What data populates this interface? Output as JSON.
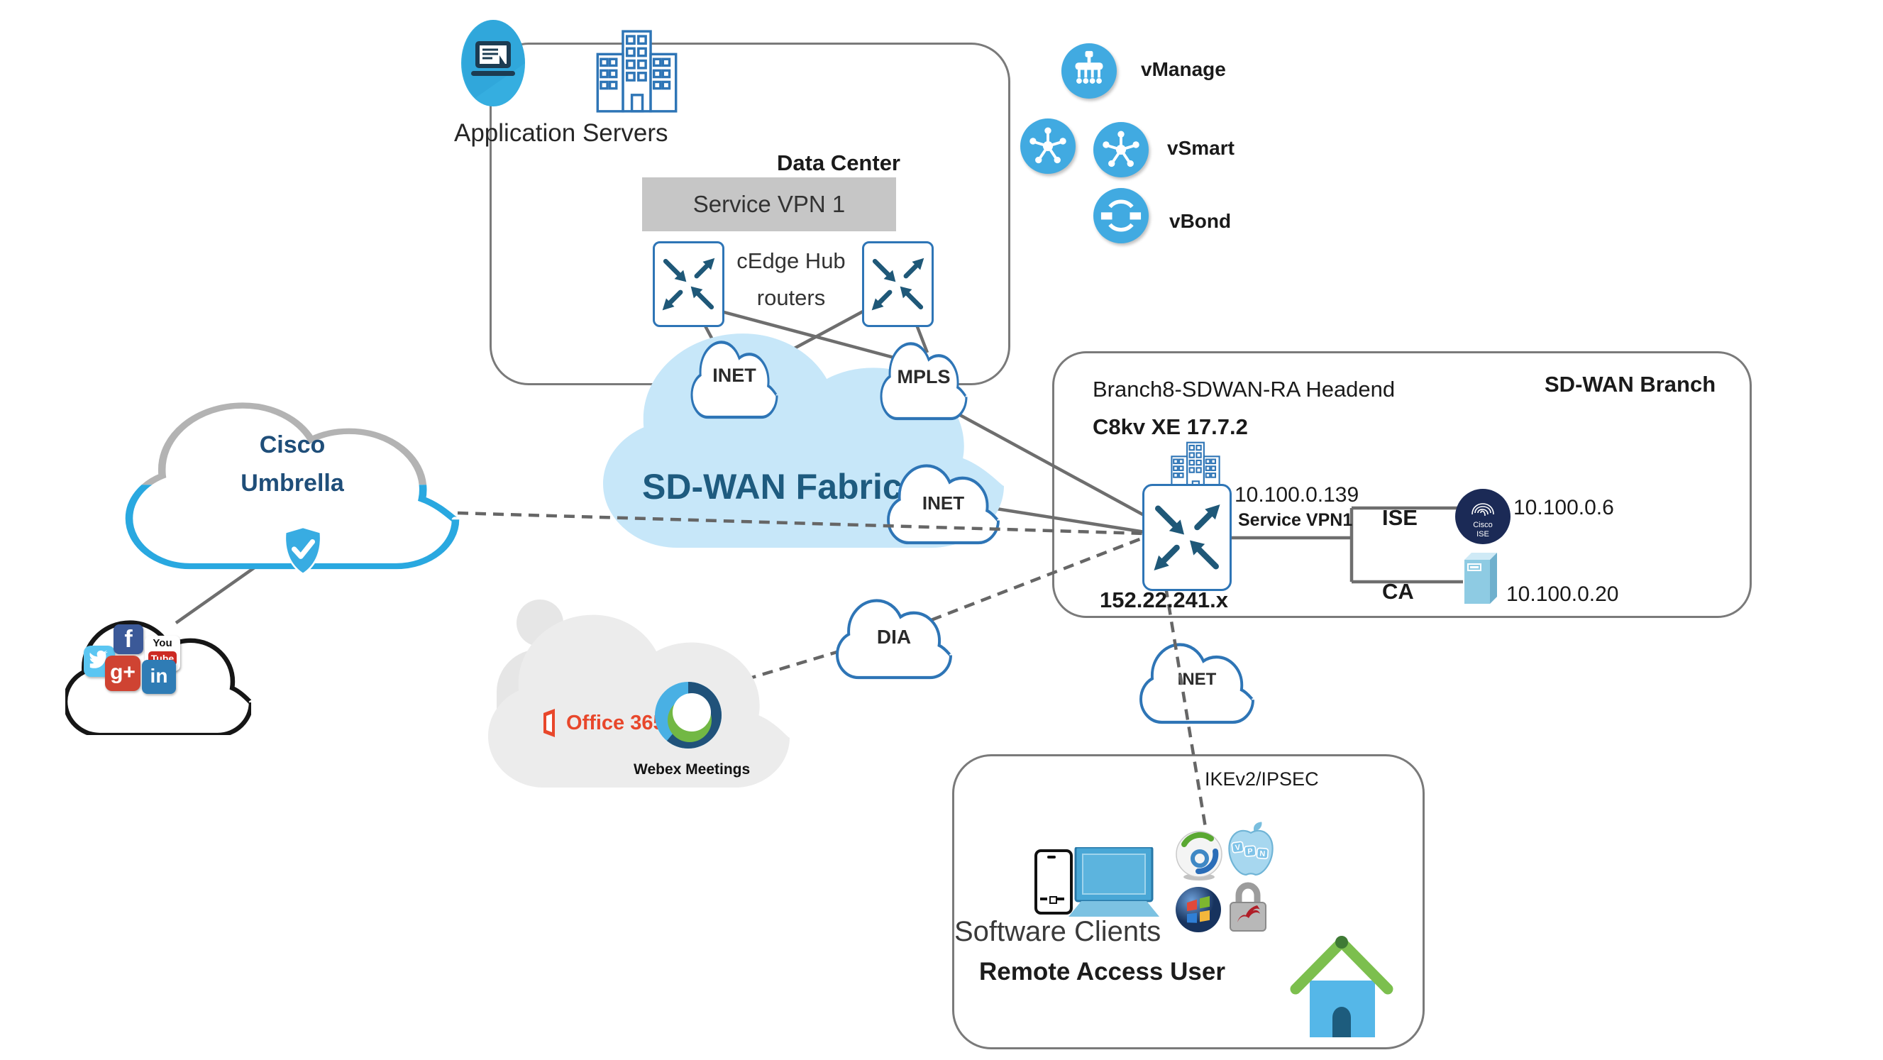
{
  "colors": {
    "accent_blue": "#41aae1",
    "cloud_stroke": "#2e75b6",
    "fabric_fill": "#c7e7f9",
    "line_gray": "#6e6e6e",
    "navy_arrow": "#1f5878",
    "ise_navy": "#1b2a56",
    "office_orange": "#e8472b",
    "fabric_text": "#1e5b7f",
    "umbrella_text": "#1f4e79"
  },
  "data_center": {
    "title": "Data Center",
    "app_servers_label": "Application Servers",
    "service_vpn_label": "Service VPN 1",
    "cedge_line1": "cEdge Hub",
    "cedge_line2": "routers",
    "inet_cloud": "INET",
    "mpls_cloud": "MPLS"
  },
  "controllers": {
    "vmanage": "vManage",
    "vsmart": "vSmart",
    "vbond": "vBond"
  },
  "fabric": {
    "label": "SD-WAN Fabric",
    "inet_cloud": "INET"
  },
  "umbrella": {
    "line1": "Cisco",
    "line2": "Umbrella"
  },
  "office": {
    "office365": "Office 365",
    "webex": "Webex Meetings"
  },
  "dia": {
    "label": "DIA"
  },
  "branch": {
    "region_title": "SD-WAN Branch",
    "headend_title": "Branch8-SDWAN-RA Headend",
    "router_version": "C8kv XE 17.7.2",
    "lan_ip": "10.100.0.139",
    "service_vpn": "Service VPN1",
    "wan_ip": "152.22.241.x",
    "ise_label": "ISE",
    "ise_ip": "10.100.0.6",
    "ca_label": "CA",
    "ca_ip": "10.100.0.20",
    "ise_icon_brand": "Cisco",
    "ise_icon_product": "ISE"
  },
  "remote": {
    "inet_cloud": "INET",
    "tunnel_label": "IKEv2/IPSEC",
    "software_clients": "Software Clients",
    "title": "Remote Access User",
    "apple_vpn": "VPN"
  },
  "social": {
    "facebook": "f",
    "youtube_top": "You",
    "youtube_bottom": "Tube",
    "gplus": "g+",
    "linkedin": "in"
  }
}
